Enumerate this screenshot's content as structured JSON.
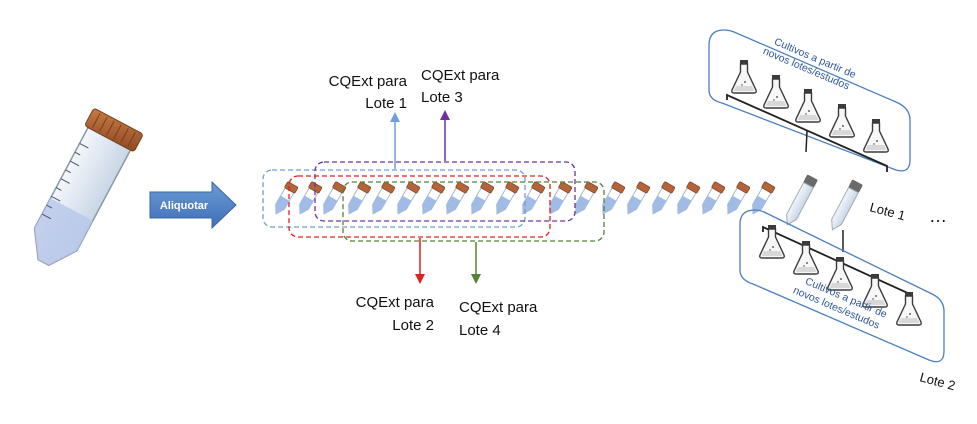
{
  "arrow_label": "Aliquotar",
  "cqext": [
    {
      "line1": "CQExt para",
      "line2": "Lote 1"
    },
    {
      "line1": "CQExt para",
      "line2": "Lote 3"
    },
    {
      "line1": "CQExt para",
      "line2": "Lote 2"
    },
    {
      "line1": "CQExt para",
      "line2": "Lote 4"
    }
  ],
  "cultures_text": {
    "line1": "Cultivos a partir de",
    "line2": "novos lotes/estudos"
  },
  "lote_labels": [
    "Lote 1",
    "Lote 2"
  ],
  "ellipsis": "…",
  "colors": {
    "lote1": "#6f9fd8",
    "lote3": "#7030a0",
    "lote2": "#e02020",
    "lote4": "#548235",
    "accent_blue": "#4472c4",
    "cap_orange": "#b4643a"
  }
}
